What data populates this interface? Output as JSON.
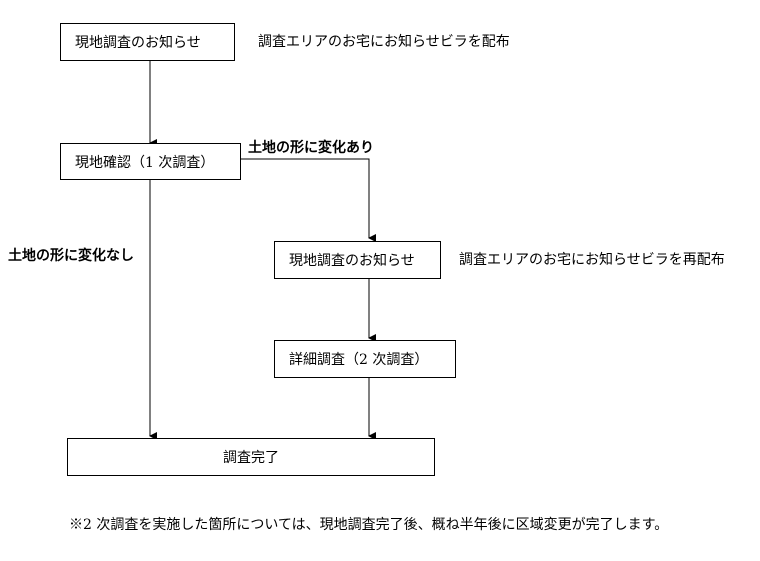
{
  "flow": {
    "step1": {
      "label": "現地調査のお知らせ",
      "note": "調査エリアのお宅にお知らせビラを配布"
    },
    "step2": {
      "label": "現地確認（1 次調査）"
    },
    "branch_changed": {
      "condition": "土地の形に変化あり",
      "step3": {
        "label": "現地調査のお知らせ",
        "note": "調査エリアのお宅にお知らせビラを再配布"
      },
      "step4": {
        "label": "詳細調査（2 次調査）"
      }
    },
    "branch_unchanged": {
      "condition": "土地の形に変化なし"
    },
    "final": {
      "label": "調査完了"
    }
  },
  "footnote": "※2 次調査を実施した箇所については、現地調査完了後、概ね半年後に区域変更が完了します。"
}
